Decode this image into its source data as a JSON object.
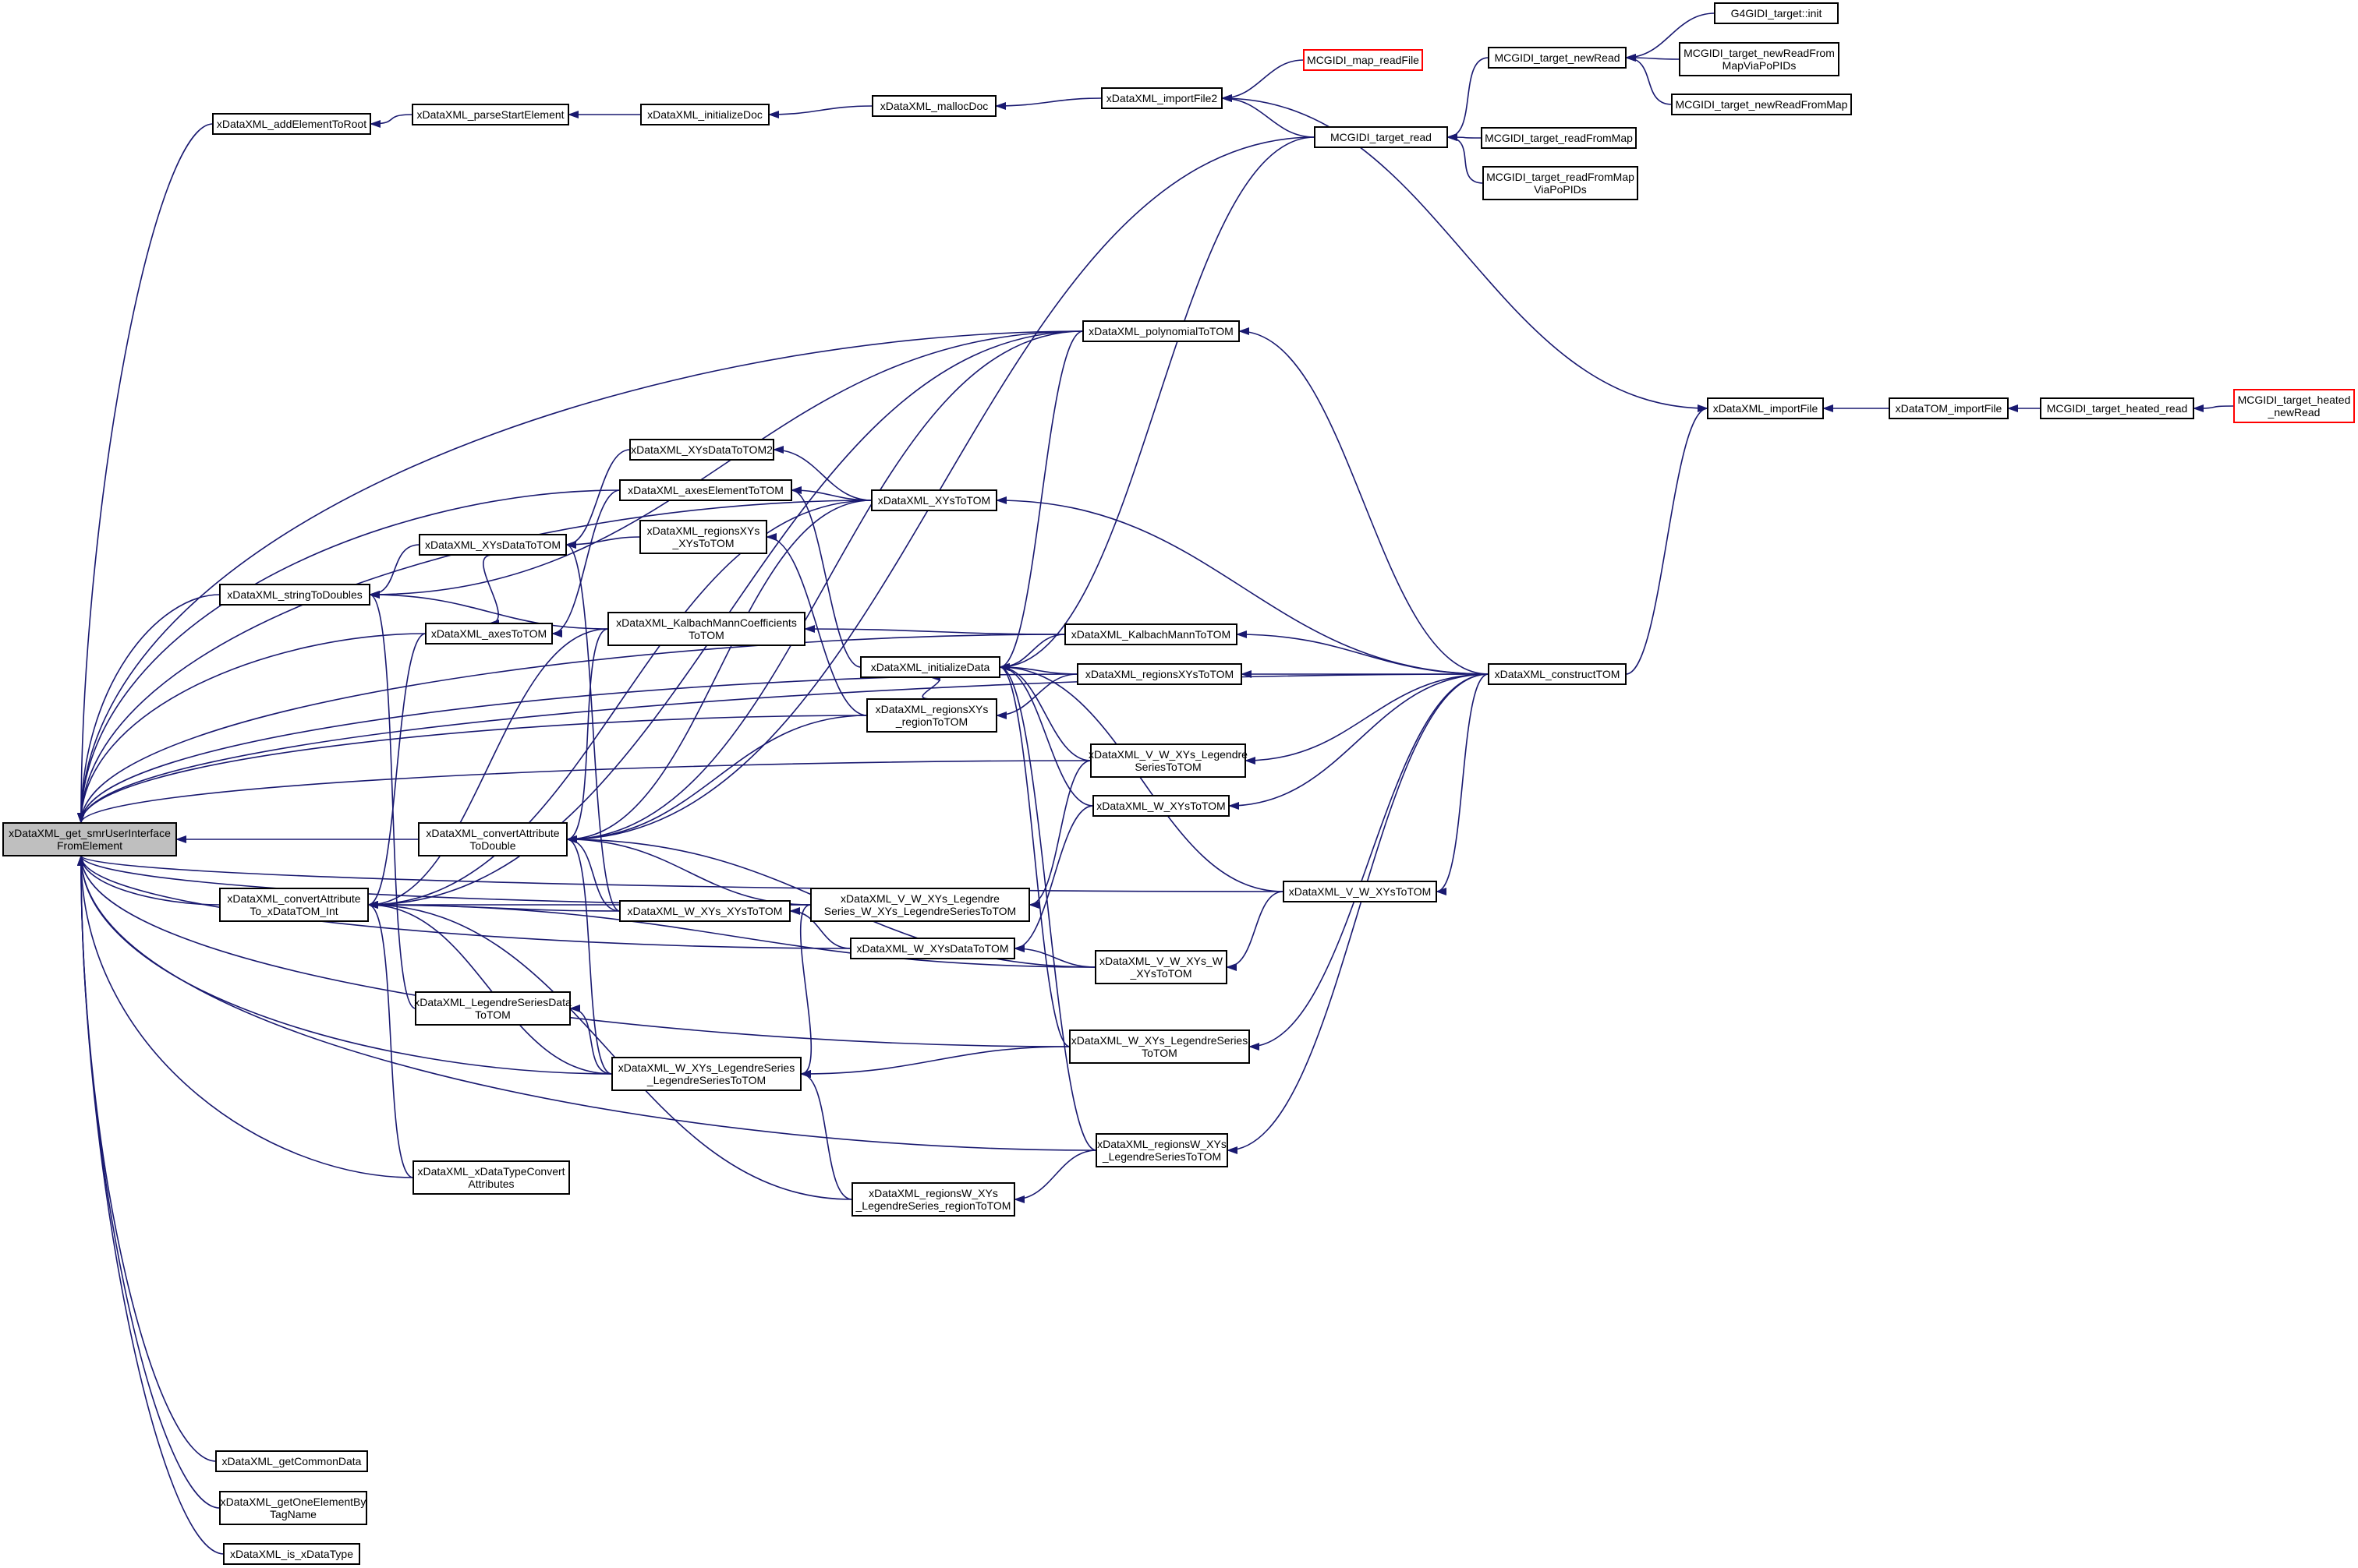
{
  "diagram": {
    "colors": {
      "edge": "#191970",
      "root_fill": "#bfbfbf",
      "node_border": "#000000",
      "truncated_border": "#ff0000"
    },
    "nodes": [
      {
        "id": "root",
        "lines": [
          "xDataXML_get_smrUserInterface",
          "FromElement"
        ],
        "style": "root"
      },
      {
        "id": "addElementToRoot",
        "lines": [
          "xDataXML_addElementToRoot"
        ]
      },
      {
        "id": "parseStartElement",
        "lines": [
          "xDataXML_parseStartElement"
        ]
      },
      {
        "id": "initializeDoc",
        "lines": [
          "xDataXML_initializeDoc"
        ]
      },
      {
        "id": "mallocDoc",
        "lines": [
          "xDataXML_mallocDoc"
        ]
      },
      {
        "id": "importFile2",
        "lines": [
          "xDataXML_importFile2"
        ]
      },
      {
        "id": "map_readFile",
        "lines": [
          "MCGIDI_map_readFile"
        ],
        "style": "red"
      },
      {
        "id": "target_read",
        "lines": [
          "MCGIDI_target_read"
        ]
      },
      {
        "id": "target_newRead",
        "lines": [
          "MCGIDI_target_newRead"
        ]
      },
      {
        "id": "g4init",
        "lines": [
          "G4GIDI_target::init"
        ]
      },
      {
        "id": "newReadFromMapViaPoPIDs",
        "lines": [
          "MCGIDI_target_newReadFrom",
          "MapViaPoPIDs"
        ]
      },
      {
        "id": "newReadFromMap",
        "lines": [
          "MCGIDI_target_newReadFromMap"
        ]
      },
      {
        "id": "readFromMap",
        "lines": [
          "MCGIDI_target_readFromMap"
        ]
      },
      {
        "id": "readFromMapViaPoPIDs",
        "lines": [
          "MCGIDI_target_readFromMap",
          "ViaPoPIDs"
        ]
      },
      {
        "id": "importFile",
        "lines": [
          "xDataXML_importFile"
        ]
      },
      {
        "id": "tom_importFile",
        "lines": [
          "xDataTOM_importFile"
        ]
      },
      {
        "id": "heated_read",
        "lines": [
          "MCGIDI_target_heated_read"
        ]
      },
      {
        "id": "heated_newRead",
        "lines": [
          "MCGIDI_target_heated",
          "_newRead"
        ],
        "style": "red"
      },
      {
        "id": "polynomialToTOM",
        "lines": [
          "xDataXML_polynomialToTOM"
        ]
      },
      {
        "id": "XYsDataToTOM2",
        "lines": [
          "xDataXML_XYsDataToTOM2"
        ]
      },
      {
        "id": "axesElementToTOM",
        "lines": [
          "xDataXML_axesElementToTOM"
        ]
      },
      {
        "id": "XYsToTOM",
        "lines": [
          "xDataXML_XYsToTOM"
        ]
      },
      {
        "id": "XYsDataToTOM",
        "lines": [
          "xDataXML_XYsDataToTOM"
        ]
      },
      {
        "id": "regionsXYs_XYsToTOM",
        "lines": [
          "xDataXML_regionsXYs",
          "_XYsToTOM"
        ]
      },
      {
        "id": "stringToDoubles",
        "lines": [
          "xDataXML_stringToDoubles"
        ]
      },
      {
        "id": "KalbachMannCoefficientsToTOM",
        "lines": [
          "xDataXML_KalbachMannCoefficients",
          "ToTOM"
        ]
      },
      {
        "id": "axesToTOM",
        "lines": [
          "xDataXML_axesToTOM"
        ]
      },
      {
        "id": "KalbachMannToTOM",
        "lines": [
          "xDataXML_KalbachMannToTOM"
        ]
      },
      {
        "id": "initializeData",
        "lines": [
          "xDataXML_initializeData"
        ]
      },
      {
        "id": "regionsXYsToTOM",
        "lines": [
          "xDataXML_regionsXYsToTOM"
        ]
      },
      {
        "id": "constructTOM",
        "lines": [
          "xDataXML_constructTOM"
        ]
      },
      {
        "id": "regionsXYs_regionToTOM",
        "lines": [
          "xDataXML_regionsXYs",
          "_regionToTOM"
        ]
      },
      {
        "id": "V_W_XYs_LegendreSeriesToTOM",
        "lines": [
          "xDataXML_V_W_XYs_Legendre",
          "SeriesToTOM"
        ]
      },
      {
        "id": "W_XYsToTOM",
        "lines": [
          "xDataXML_W_XYsToTOM"
        ]
      },
      {
        "id": "convertAttributeToDouble",
        "lines": [
          "xDataXML_convertAttribute",
          "ToDouble"
        ]
      },
      {
        "id": "convertAttributeTo_xDataTOM_Int",
        "lines": [
          "xDataXML_convertAttribute",
          "To_xDataTOM_Int"
        ]
      },
      {
        "id": "V_W_XYs_LegendreSeries_W_XYs_LegendreSeriesToTOM",
        "lines": [
          "xDataXML_V_W_XYs_Legendre",
          "Series_W_XYs_LegendreSeriesToTOM"
        ]
      },
      {
        "id": "V_W_XYsToTOM",
        "lines": [
          "xDataXML_V_W_XYsToTOM"
        ]
      },
      {
        "id": "W_XYs_XYsToTOM",
        "lines": [
          "xDataXML_W_XYs_XYsToTOM"
        ]
      },
      {
        "id": "W_XYsDataToTOM",
        "lines": [
          "xDataXML_W_XYsDataToTOM"
        ]
      },
      {
        "id": "V_W_XYs_W_XYsToTOM",
        "lines": [
          "xDataXML_V_W_XYs_W",
          "_XYsToTOM"
        ]
      },
      {
        "id": "LegendreSeriesDataToTOM",
        "lines": [
          "xDataXML_LegendreSeriesData",
          "ToTOM"
        ]
      },
      {
        "id": "W_XYs_LegendreSeriesToTOM",
        "lines": [
          "xDataXML_W_XYs_LegendreSeries",
          "ToTOM"
        ]
      },
      {
        "id": "W_XYs_LegendreSeries_LegendreSeriesToTOM",
        "lines": [
          "xDataXML_W_XYs_LegendreSeries",
          "_LegendreSeriesToTOM"
        ]
      },
      {
        "id": "regionsW_XYs_LegendreSeriesToTOM",
        "lines": [
          "xDataXML_regionsW_XYs",
          "_LegendreSeriesToTOM"
        ]
      },
      {
        "id": "xDataTypeConvertAttributes",
        "lines": [
          "xDataXML_xDataTypeConvert",
          "Attributes"
        ]
      },
      {
        "id": "regionsW_XYs_LegendreSeries_regionToTOM",
        "lines": [
          "xDataXML_regionsW_XYs",
          "_LegendreSeries_regionToTOM"
        ]
      },
      {
        "id": "getCommonData",
        "lines": [
          "xDataXML_getCommonData"
        ]
      },
      {
        "id": "getOneElementByTagName",
        "lines": [
          "xDataXML_getOneElementBy",
          "TagName"
        ]
      },
      {
        "id": "is_xDataType",
        "lines": [
          "xDataXML_is_xDataType"
        ]
      }
    ],
    "edges": [
      [
        "addElementToRoot",
        "root"
      ],
      [
        "stringToDoubles",
        "root"
      ],
      [
        "axesToTOM",
        "root"
      ],
      [
        "convertAttributeToDouble",
        "root"
      ],
      [
        "convertAttributeTo_xDataTOM_Int",
        "root"
      ],
      [
        "xDataTypeConvertAttributes",
        "root"
      ],
      [
        "getCommonData",
        "root"
      ],
      [
        "getOneElementByTagName",
        "root"
      ],
      [
        "is_xDataType",
        "root"
      ],
      [
        "constructTOM",
        "root"
      ],
      [
        "polynomialToTOM",
        "root"
      ],
      [
        "KalbachMannToTOM",
        "root"
      ],
      [
        "regionsXYsToTOM",
        "root"
      ],
      [
        "XYsToTOM",
        "root"
      ],
      [
        "axesElementToTOM",
        "root"
      ],
      [
        "regionsXYs_regionToTOM",
        "root"
      ],
      [
        "V_W_XYs_LegendreSeriesToTOM",
        "root"
      ],
      [
        "W_XYs_LegendreSeries_LegendreSeriesToTOM",
        "root"
      ],
      [
        "V_W_XYs_LegendreSeries_W_XYs_LegendreSeriesToTOM",
        "root"
      ],
      [
        "W_XYsDataToTOM",
        "root"
      ],
      [
        "W_XYs_LegendreSeriesToTOM",
        "root"
      ],
      [
        "regionsW_XYs_LegendreSeriesToTOM",
        "root"
      ],
      [
        "V_W_XYsToTOM",
        "root"
      ],
      [
        "parseStartElement",
        "addElementToRoot"
      ],
      [
        "initializeDoc",
        "parseStartElement"
      ],
      [
        "mallocDoc",
        "initializeDoc"
      ],
      [
        "importFile2",
        "mallocDoc"
      ],
      [
        "map_readFile",
        "importFile2"
      ],
      [
        "target_read",
        "importFile2"
      ],
      [
        "importFile",
        "importFile2"
      ],
      [
        "target_newRead",
        "target_read"
      ],
      [
        "readFromMap",
        "target_read"
      ],
      [
        "readFromMapViaPoPIDs",
        "target_read"
      ],
      [
        "g4init",
        "target_newRead"
      ],
      [
        "newReadFromMapViaPoPIDs",
        "target_newRead"
      ],
      [
        "newReadFromMap",
        "target_newRead"
      ],
      [
        "tom_importFile",
        "importFile"
      ],
      [
        "heated_read",
        "tom_importFile"
      ],
      [
        "heated_newRead",
        "heated_read"
      ],
      [
        "constructTOM",
        "importFile"
      ],
      [
        "polynomialToTOM",
        "stringToDoubles"
      ],
      [
        "XYsDataToTOM",
        "stringToDoubles"
      ],
      [
        "KalbachMannCoefficientsToTOM",
        "stringToDoubles"
      ],
      [
        "LegendreSeriesDataToTOM",
        "stringToDoubles"
      ],
      [
        "XYsDataToTOM2",
        "XYsDataToTOM"
      ],
      [
        "regionsXYs_XYsToTOM",
        "XYsDataToTOM"
      ],
      [
        "W_XYs_XYsToTOM",
        "XYsDataToTOM"
      ],
      [
        "XYsToTOM",
        "XYsDataToTOM2"
      ],
      [
        "XYsToTOM",
        "axesElementToTOM"
      ],
      [
        "initializeData",
        "axesElementToTOM"
      ],
      [
        "regionsXYs_regionToTOM",
        "regionsXYs_XYsToTOM"
      ],
      [
        "KalbachMannToTOM",
        "KalbachMannCoefficientsToTOM"
      ],
      [
        "constructTOM",
        "XYsToTOM"
      ],
      [
        "constructTOM",
        "KalbachMannToTOM"
      ],
      [
        "constructTOM",
        "regionsXYsToTOM"
      ],
      [
        "constructTOM",
        "V_W_XYs_LegendreSeriesToTOM"
      ],
      [
        "constructTOM",
        "W_XYsToTOM"
      ],
      [
        "constructTOM",
        "V_W_XYsToTOM"
      ],
      [
        "constructTOM",
        "W_XYs_LegendreSeriesToTOM"
      ],
      [
        "constructTOM",
        "regionsW_XYs_LegendreSeriesToTOM"
      ],
      [
        "constructTOM",
        "polynomialToTOM"
      ],
      [
        "regionsXYsToTOM",
        "regionsXYs_regionToTOM"
      ],
      [
        "KalbachMannToTOM",
        "initializeData"
      ],
      [
        "regionsXYsToTOM",
        "initializeData"
      ],
      [
        "V_W_XYs_LegendreSeriesToTOM",
        "initializeData"
      ],
      [
        "W_XYsToTOM",
        "initializeData"
      ],
      [
        "V_W_XYsToTOM",
        "initializeData"
      ],
      [
        "W_XYs_LegendreSeriesToTOM",
        "initializeData"
      ],
      [
        "regionsW_XYs_LegendreSeriesToTOM",
        "initializeData"
      ],
      [
        "polynomialToTOM",
        "initializeData"
      ],
      [
        "target_read",
        "initializeData"
      ],
      [
        "regionsXYs_regionToTOM",
        "initializeData"
      ],
      [
        "XYsToTOM",
        "convertAttributeToDouble"
      ],
      [
        "KalbachMannCoefficientsToTOM",
        "convertAttributeToDouble"
      ],
      [
        "regionsXYs_regionToTOM",
        "convertAttributeToDouble"
      ],
      [
        "W_XYs_XYsToTOM",
        "convertAttributeToDouble"
      ],
      [
        "V_W_XYs_LegendreSeries_W_XYs_LegendreSeriesToTOM",
        "convertAttributeToDouble"
      ],
      [
        "W_XYs_LegendreSeries_LegendreSeriesToTOM",
        "convertAttributeToDouble"
      ],
      [
        "V_W_XYs_W_XYsToTOM",
        "convertAttributeToDouble"
      ],
      [
        "polynomialToTOM",
        "convertAttributeToDouble"
      ],
      [
        "target_read",
        "convertAttributeToDouble"
      ],
      [
        "axesToTOM",
        "convertAttributeTo_xDataTOM_Int"
      ],
      [
        "XYsToTOM",
        "convertAttributeTo_xDataTOM_Int"
      ],
      [
        "KalbachMannCoefficientsToTOM",
        "convertAttributeTo_xDataTOM_Int"
      ],
      [
        "W_XYs_XYsToTOM",
        "convertAttributeTo_xDataTOM_Int"
      ],
      [
        "V_W_XYs_LegendreSeries_W_XYs_LegendreSeriesToTOM",
        "convertAttributeTo_xDataTOM_Int"
      ],
      [
        "W_XYs_LegendreSeries_LegendreSeriesToTOM",
        "convertAttributeTo_xDataTOM_Int"
      ],
      [
        "regionsW_XYs_LegendreSeries_regionToTOM",
        "convertAttributeTo_xDataTOM_Int"
      ],
      [
        "V_W_XYs_W_XYsToTOM",
        "convertAttributeTo_xDataTOM_Int"
      ],
      [
        "xDataTypeConvertAttributes",
        "convertAttributeTo_xDataTOM_Int"
      ],
      [
        "polynomialToTOM",
        "convertAttributeTo_xDataTOM_Int"
      ],
      [
        "axesElementToTOM",
        "axesToTOM"
      ],
      [
        "XYsDataToTOM",
        "axesToTOM"
      ],
      [
        "W_XYsDataToTOM",
        "W_XYs_XYsToTOM"
      ],
      [
        "W_XYsToTOM",
        "W_XYsDataToTOM"
      ],
      [
        "V_W_XYs_W_XYsToTOM",
        "W_XYsDataToTOM"
      ],
      [
        "V_W_XYsToTOM",
        "V_W_XYs_W_XYsToTOM"
      ],
      [
        "V_W_XYs_LegendreSeriesToTOM",
        "V_W_XYs_LegendreSeries_W_XYs_LegendreSeriesToTOM"
      ],
      [
        "W_XYs_LegendreSeries_LegendreSeriesToTOM",
        "LegendreSeriesDataToTOM"
      ],
      [
        "V_W_XYs_LegendreSeries_W_XYs_LegendreSeriesToTOM",
        "W_XYs_LegendreSeries_LegendreSeriesToTOM"
      ],
      [
        "W_XYs_LegendreSeriesToTOM",
        "W_XYs_LegendreSeries_LegendreSeriesToTOM"
      ],
      [
        "regionsW_XYs_LegendreSeries_regionToTOM",
        "W_XYs_LegendreSeries_LegendreSeriesToTOM"
      ],
      [
        "regionsW_XYs_LegendreSeriesToTOM",
        "regionsW_XYs_LegendreSeries_regionToTOM"
      ]
    ]
  }
}
